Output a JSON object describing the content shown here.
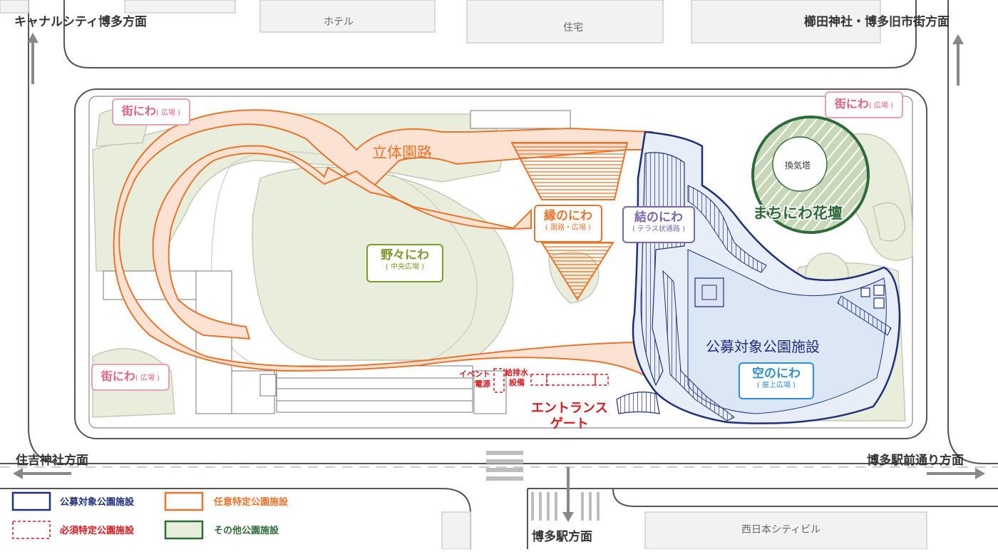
{
  "directions": {
    "nw": "キャナルシティ博多方面",
    "ne": "櫛田神社・博多旧市街方面",
    "w": "住吉神社方面",
    "e": "博多駅前通り方面",
    "s": "博多駅方面"
  },
  "buildings": {
    "hotel": "ホテル",
    "residence": "住宅",
    "nishinihon": "西日本シティビル"
  },
  "areas": {
    "rittai": "立体園路",
    "koubo": "公募対象公園施設",
    "vent": "換気塔",
    "kadan": "まちにわ花壇",
    "power": [
      "イベント",
      "電源"
    ],
    "water": [
      "給排水",
      "設備"
    ],
    "entrance": [
      "エントランス",
      "ゲート"
    ]
  },
  "boxes": {
    "machi1": {
      "title": "街にわ",
      "sub": "( 広場 )"
    },
    "machi2": {
      "title": "街にわ",
      "sub": "( 広場 )"
    },
    "machi3": {
      "title": "街にわ",
      "sub": "( 広場 )"
    },
    "nono": {
      "title": "野々にわ",
      "sub": "( 中央広場 )"
    },
    "midori": {
      "title": "縁のにわ",
      "sub": "( 園路・広場 )"
    },
    "yui": {
      "title": "結のにわ",
      "sub": "( テラス状通路 )"
    },
    "sora": {
      "title": "空のにわ",
      "sub": "( 屋上広場 )"
    }
  },
  "legend": [
    {
      "label": "公募対象公園施設",
      "color": "#1f2f7a"
    },
    {
      "label": "任意特定公園施設",
      "color": "#e8742c"
    },
    {
      "label": "必須特定公園施設",
      "color": "#d71920"
    },
    {
      "label": "その他公園施設",
      "color": "#2e6b3a"
    }
  ],
  "colors": {
    "navy": "#1f2f7a",
    "orange": "#e8742c",
    "red": "#d71920",
    "green": "#2e6b3a",
    "olive": "#7a9a2a",
    "purple": "#7a65a8",
    "pink": "#e0607e",
    "sky": "#2f8fd0"
  }
}
